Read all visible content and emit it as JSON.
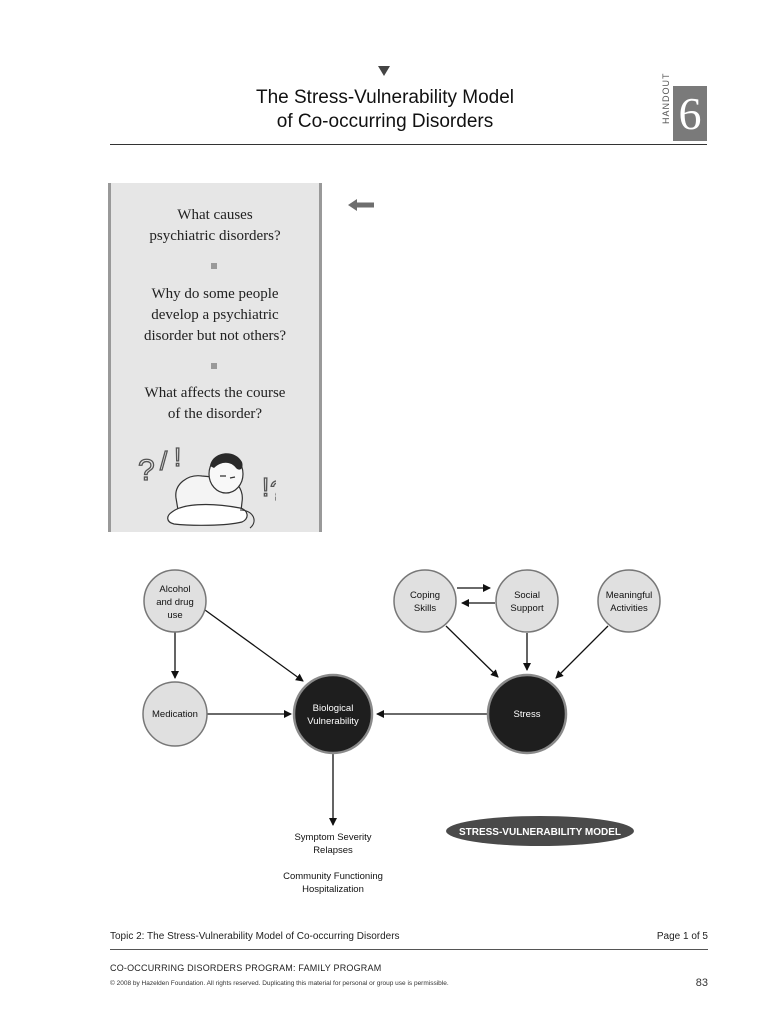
{
  "header": {
    "title_line1": "The Stress-Vulnerability Model",
    "title_line2": "of Co-occurring Disorders",
    "handout_label": "HANDOUT",
    "handout_number": "6"
  },
  "questions": {
    "q1_line1": "What causes",
    "q1_line2": "psychiatric disorders?",
    "q2_line1": "Why do some people",
    "q2_line2": "develop a psychiatric",
    "q2_line3": "disorder but not others?",
    "q3_line1": "What affects the course",
    "q3_line2": "of the disorder?"
  },
  "diagram": {
    "alcohol_l1": "Alcohol",
    "alcohol_l2": "and drug",
    "alcohol_l3": "use",
    "medication": "Medication",
    "bio_l1": "Biological",
    "bio_l2": "Vulnerability",
    "coping_l1": "Coping",
    "coping_l2": "Skills",
    "social_l1": "Social",
    "social_l2": "Support",
    "meaningful_l1": "Meaningful",
    "meaningful_l2": "Activities",
    "stress": "Stress",
    "outcome_l1": "Symptom Severity",
    "outcome_l2": "Relapses",
    "outcome_l3": "Community Functioning",
    "outcome_l4": "Hospitalization",
    "model_label": "STRESS-VULNERABILITY MODEL"
  },
  "footer": {
    "topic": "Topic 2: The Stress-Vulnerability Model of Co-occurring Disorders",
    "page": "Page 1 of 5",
    "program": "CO-OCCURRING DISORDERS PROGRAM: FAMILY PROGRAM",
    "copyright": "© 2008 by Hazelden Foundation. All rights reserved. Duplicating this material for personal or group use is permissible.",
    "page_number": "83"
  },
  "colors": {
    "light_node": "#e0e0e0",
    "dark_node": "#1e1e1e",
    "accent_gray": "#7a7a7a",
    "label_oval": "#4a4a4a"
  }
}
